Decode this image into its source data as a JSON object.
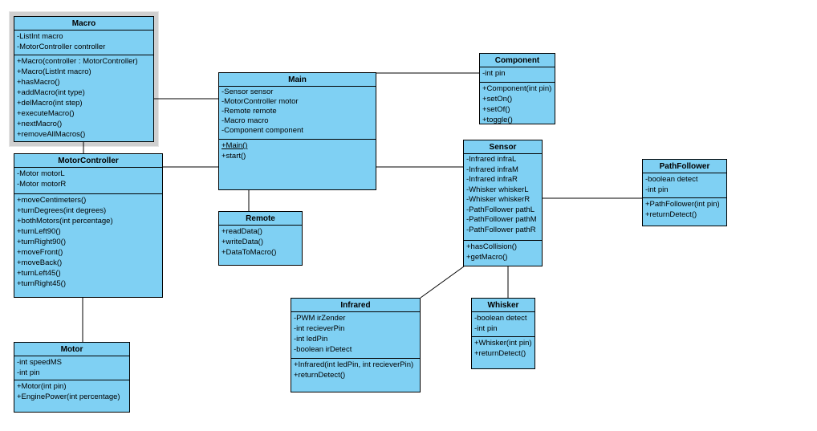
{
  "colors": {
    "fill": "#7fd0f3",
    "border": "#000000",
    "selection": "#cfcfcf",
    "background": "#ffffff"
  },
  "classes": {
    "macro": {
      "name": "Macro",
      "selected": true,
      "attributes": [
        "-ListInt macro",
        "-MotorController controller"
      ],
      "methods": [
        "+Macro(controller : MotorController)",
        "+Macro(ListInt macro)",
        "+hasMacro()",
        "+addMacro(int type)",
        "+delMacro(int step)",
        "+executeMacro()",
        "+nextMacro()",
        "+removeAllMacros()"
      ]
    },
    "motorcontroller": {
      "name": "MotorController",
      "attributes": [
        "-Motor motorL",
        "-Motor motorR"
      ],
      "methods": [
        "+moveCentimeters()",
        "+turnDegrees(int degrees)",
        "+bothMotors(int percentage)",
        "+turnLeft90()",
        "+turnRight90()",
        "+moveFront()",
        "+moveBack()",
        "+turnLeft45()",
        "+turnRight45()"
      ]
    },
    "motor": {
      "name": "Motor",
      "attributes": [
        "-int speedMS",
        "-int pin"
      ],
      "methods": [
        "+Motor(int pin)",
        "+EnginePower(int percentage)"
      ]
    },
    "main": {
      "name": "Main",
      "attributes": [
        "-Sensor sensor",
        "-MotorController motor",
        "-Remote remote",
        "-Macro macro",
        "-Component component"
      ],
      "methods": [
        {
          "text": "+Main()",
          "underline": true
        },
        "+start()"
      ]
    },
    "remote": {
      "name": "Remote",
      "methods": [
        "+readData()",
        "+writeData()",
        "+DataToMacro()"
      ]
    },
    "component": {
      "name": "Component",
      "attributes": [
        "-int pin"
      ],
      "methods": [
        "+Component(int pin)",
        "+setOn()",
        "+setOf()",
        "+toggle()"
      ]
    },
    "sensor": {
      "name": "Sensor",
      "attributes": [
        "-Infrared infraL",
        "-Infrared infraM",
        "-Infrared infraR",
        "-Whisker whiskerL",
        "-Whisker whiskerR",
        "-PathFollower pathL",
        "-PathFollower pathM",
        "-PathFollower pathR"
      ],
      "methods": [
        "+hasCollision()",
        "+getMacro()"
      ]
    },
    "pathfollower": {
      "name": "PathFollower",
      "attributes": [
        "-boolean detect",
        "-int pin"
      ],
      "methods": [
        "+PathFollower(int pin)",
        "+returnDetect()"
      ]
    },
    "infrared": {
      "name": "Infrared",
      "attributes": [
        "-PWM irZender",
        "-int recieverPin",
        "-int ledPin",
        "-boolean irDetect"
      ],
      "methods": [
        "+Infrared(int ledPin, int recieverPin)",
        "+returnDetect()"
      ]
    },
    "whisker": {
      "name": "Whisker",
      "attributes": [
        "-boolean detect",
        "-int pin"
      ],
      "methods": [
        "+Whisker(int pin)",
        "+returnDetect()"
      ]
    }
  },
  "connections": [
    {
      "from": "Macro",
      "to": "Main"
    },
    {
      "from": "Macro",
      "to": "MotorController"
    },
    {
      "from": "MotorController",
      "to": "Main"
    },
    {
      "from": "MotorController",
      "to": "Motor"
    },
    {
      "from": "Main",
      "to": "Component"
    },
    {
      "from": "Main",
      "to": "Remote"
    },
    {
      "from": "Main",
      "to": "Sensor"
    },
    {
      "from": "Sensor",
      "to": "PathFollower"
    },
    {
      "from": "Sensor",
      "to": "Whisker"
    },
    {
      "from": "Sensor",
      "to": "Infrared"
    }
  ]
}
